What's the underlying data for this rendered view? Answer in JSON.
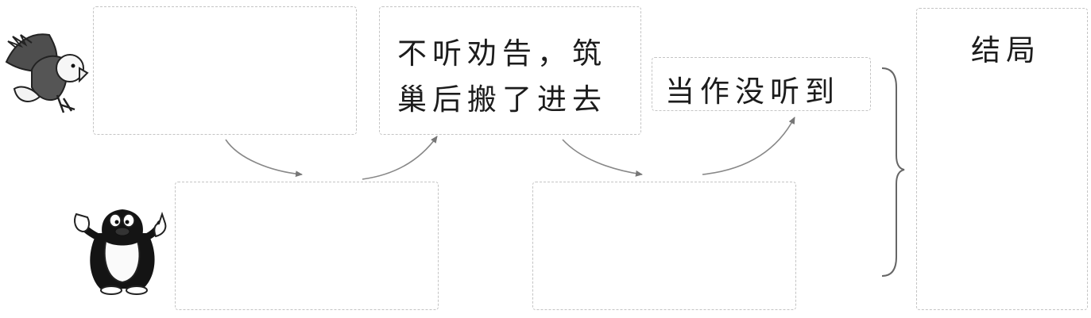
{
  "eagle_boxes": [
    {
      "id": "eagle-box-1",
      "lines": []
    },
    {
      "id": "eagle-box-2",
      "lines": [
        "不听劝告，筑",
        "巢后搬了进去"
      ]
    },
    {
      "id": "eagle-box-3",
      "lines": [
        "当作没听到"
      ]
    }
  ],
  "mole_boxes": [
    {
      "id": "mole-box-1",
      "lines": []
    },
    {
      "id": "mole-box-2",
      "lines": []
    }
  ],
  "result": {
    "label": "结局"
  },
  "characters": {
    "top": {
      "icon": "eagle-icon"
    },
    "bottom": {
      "icon": "mole-icon"
    }
  }
}
